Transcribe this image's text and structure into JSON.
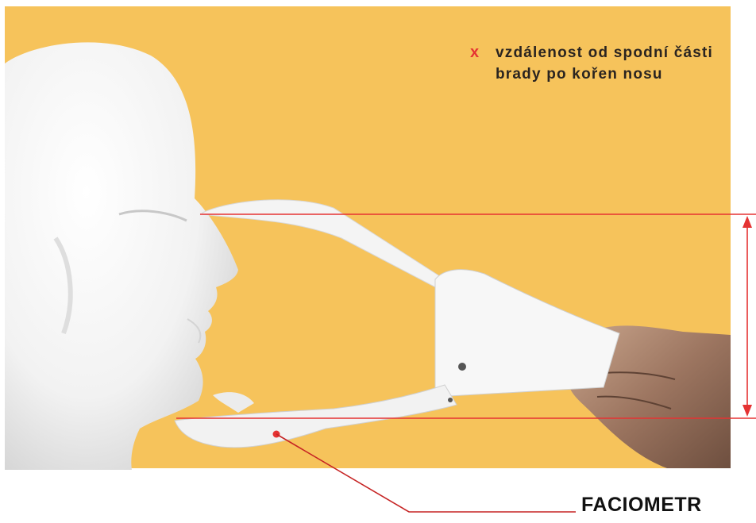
{
  "image": {
    "description_label": "x",
    "description_text": "vzdálenost od spodní části brady po kořen nosu",
    "device_label": "FACIOMETR"
  },
  "colors": {
    "background": "#f6c35b",
    "marker": "#e53333",
    "text": "#2a2420"
  }
}
